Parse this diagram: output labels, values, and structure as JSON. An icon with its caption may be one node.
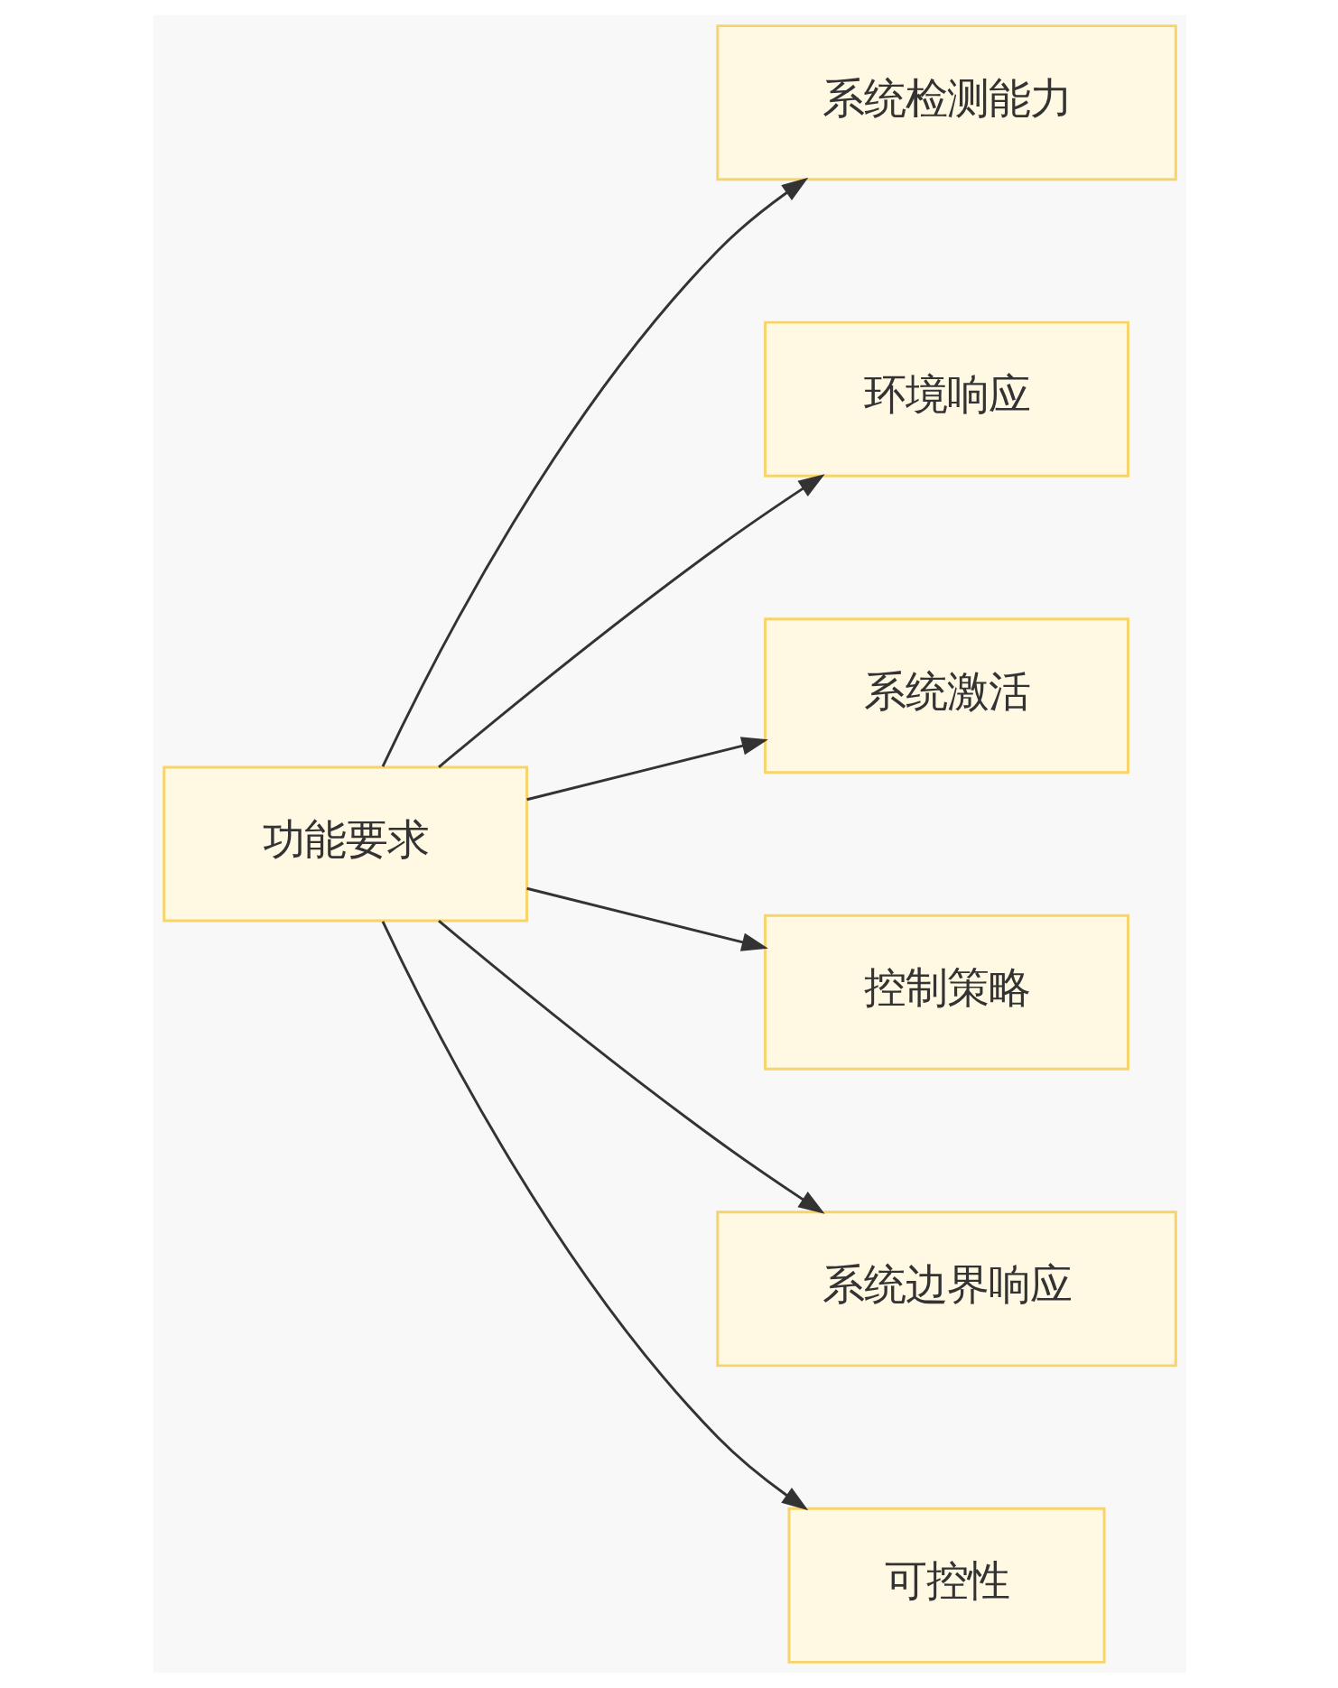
{
  "diagram": {
    "nodes": [
      {
        "text": [
          "功能要求"
        ]
      },
      {
        "text": [
          "系统检测能力"
        ]
      },
      {
        "text": [
          "环境响应"
        ]
      },
      {
        "text": [
          "系统激活"
        ]
      },
      {
        "text": [
          "控制策略"
        ]
      },
      {
        "text": [
          "系统边界响应"
        ]
      },
      {
        "text": [
          "可控性"
        ]
      }
    ],
    "edges": [
      {
        "from": 0,
        "to": 1,
        "arrow": "to"
      },
      {
        "from": 0,
        "to": 2,
        "arrow": "to"
      },
      {
        "from": 0,
        "to": 3,
        "arrow": "to"
      },
      {
        "from": 0,
        "to": 4,
        "arrow": "to"
      },
      {
        "from": 0,
        "to": 5,
        "arrow": "to"
      },
      {
        "from": 0,
        "to": 6,
        "arrow": "to"
      }
    ]
  }
}
